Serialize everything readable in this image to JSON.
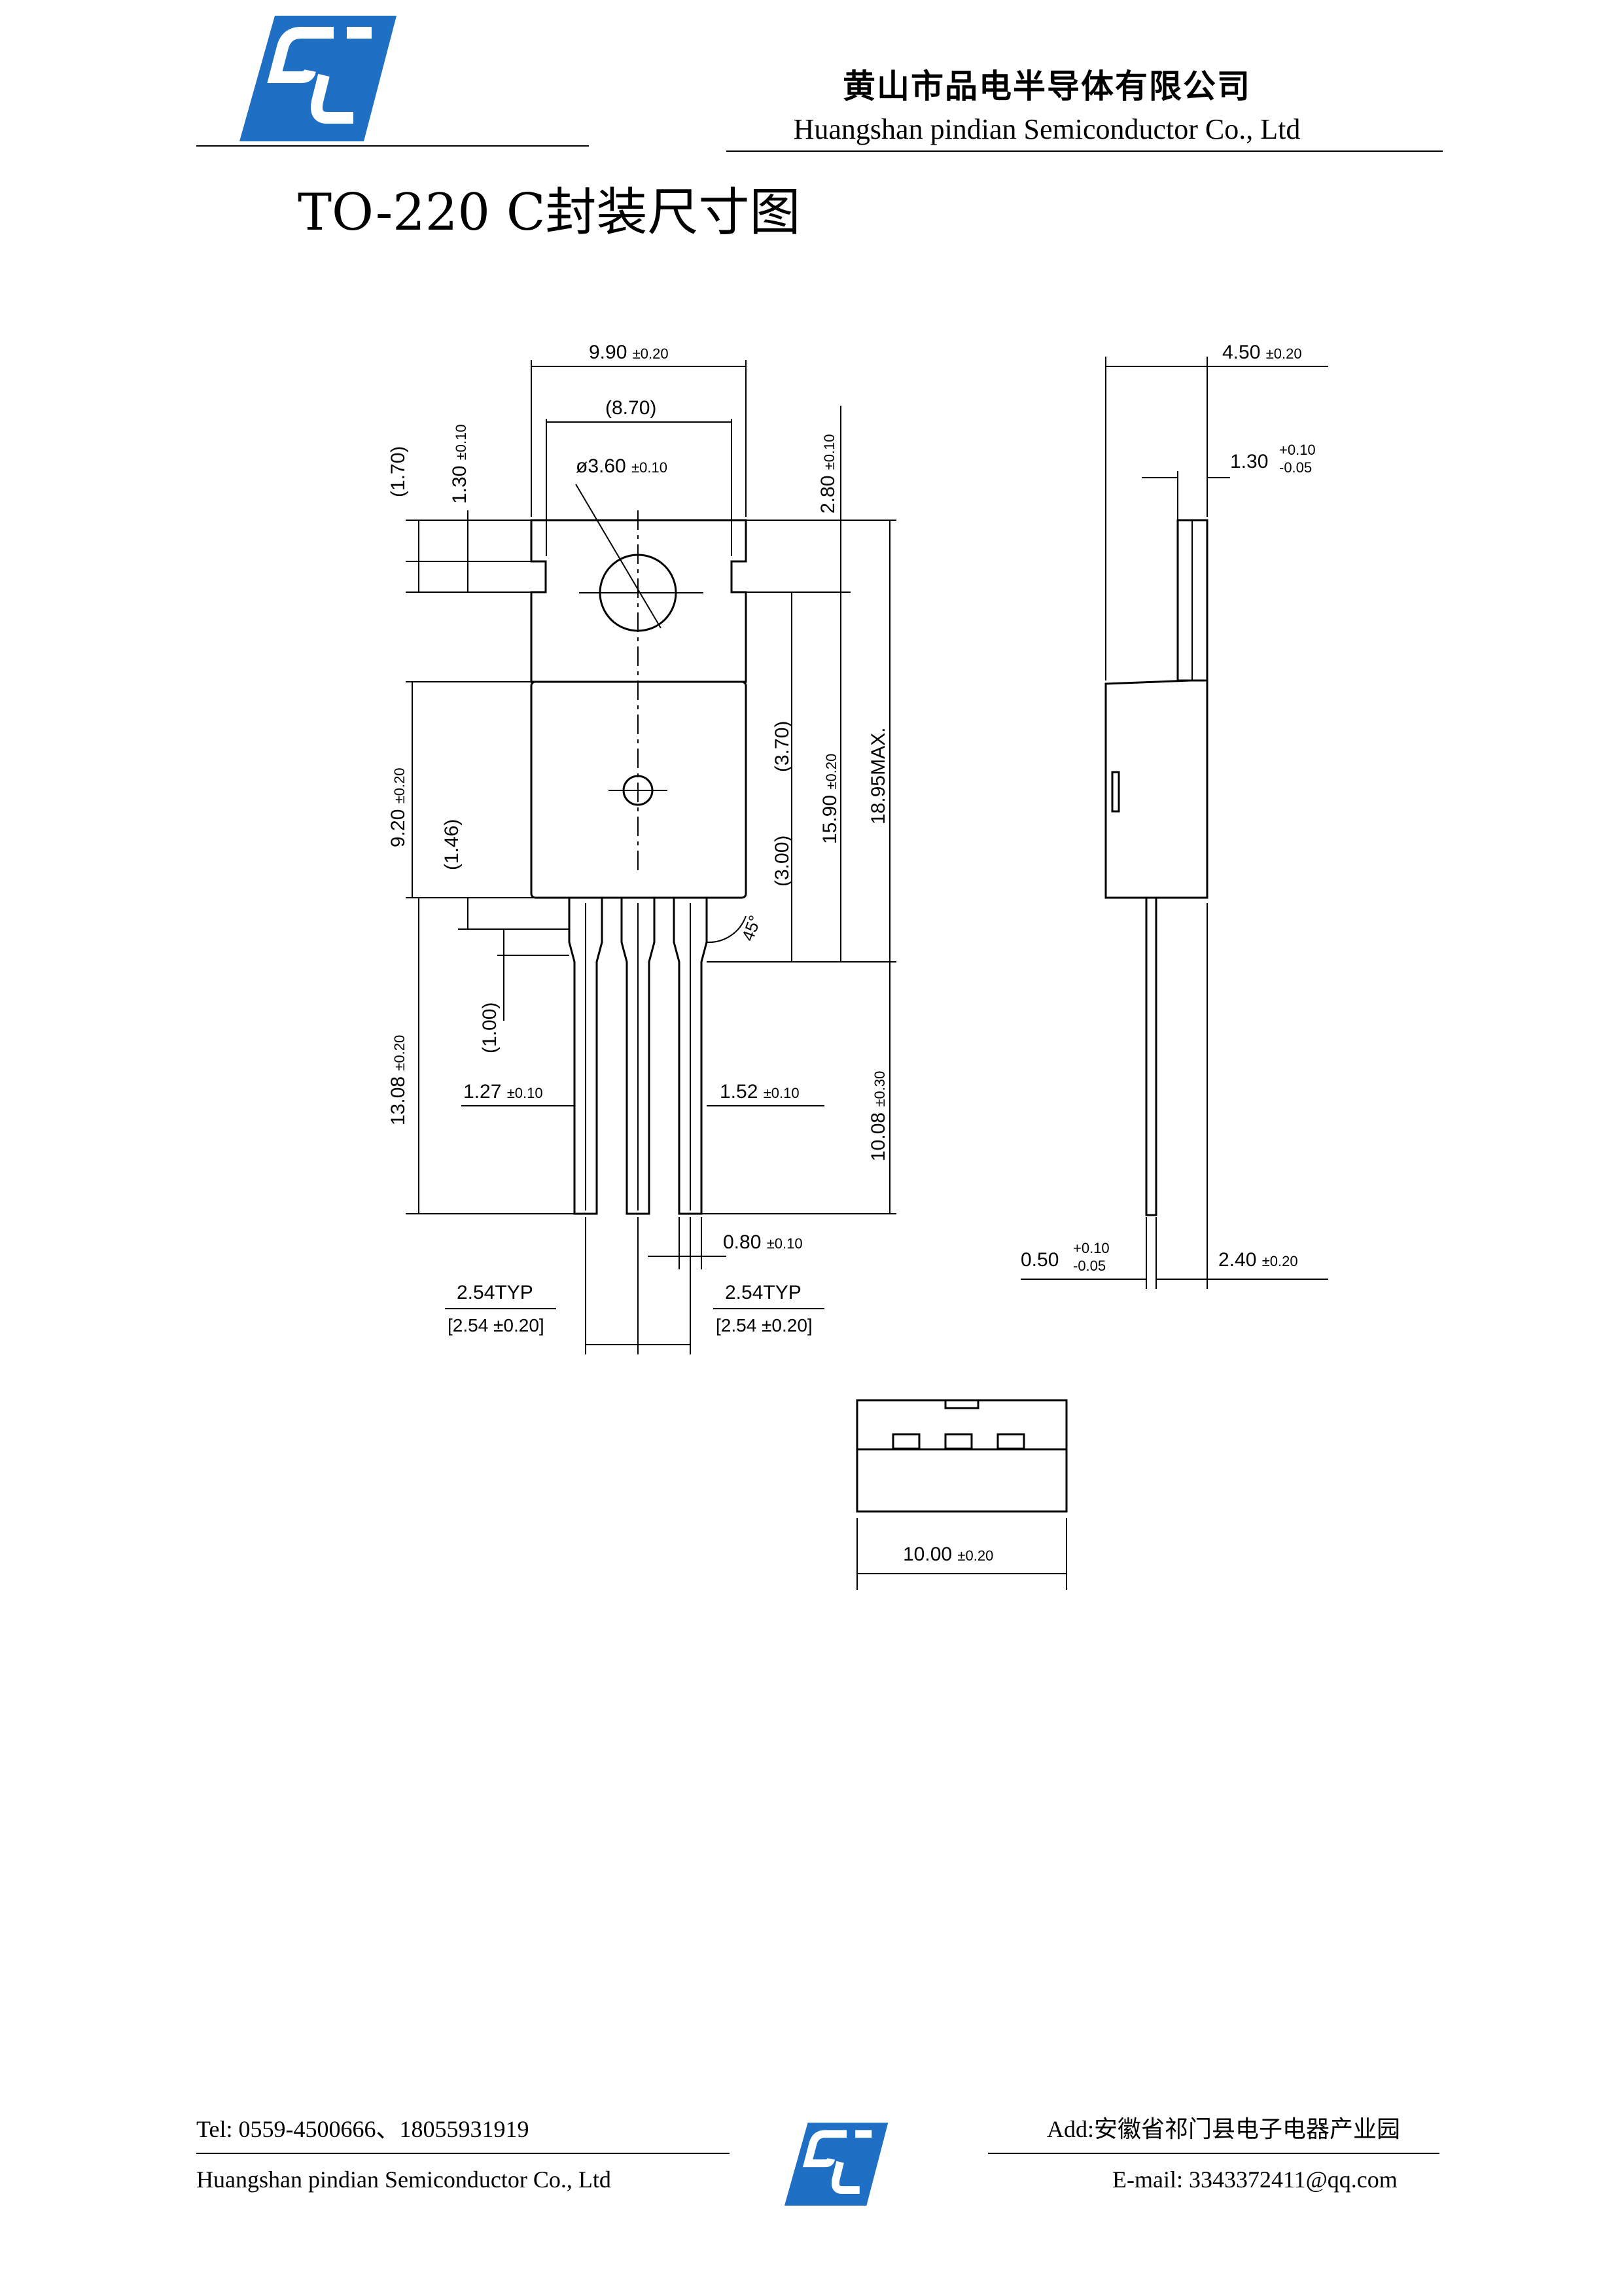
{
  "header": {
    "company_cn": "黄山市品电半导体有限公司",
    "company_en": "Huangshan  pindian Semiconductor Co., Ltd",
    "brand_color": "#1f6fc4"
  },
  "title": "TO-220 C封装尺寸图",
  "drawing": {
    "dims": {
      "body_width": "9.90",
      "body_width_tol": "±0.20",
      "inner_width": "(8.70)",
      "hole_dia": "ø3.60",
      "hole_dia_tol": "±0.10",
      "top_ref": "(1.70)",
      "notch_h": "1.30",
      "notch_h_tol": "±0.10",
      "hole_top": "2.80",
      "hole_top_tol": "±0.10",
      "hole_to_body": "(3.70)",
      "body_h": "15.90",
      "body_h_tol": "±0.20",
      "max_h": "18.95MAX.",
      "mold_h": "9.20",
      "mold_h_tol": "±0.20",
      "lead_shoulder": "(1.46)",
      "lower_ref": "(3.00)",
      "angle": "45°",
      "lead_step": "(1.00)",
      "lead_len": "13.08",
      "lead_len_tol": "±0.20",
      "lead_total": "10.08",
      "lead_total_tol": "±0.30",
      "lead_w1": "1.27",
      "lead_w1_tol": "±0.10",
      "lead_w2": "1.52",
      "lead_w2_tol": "±0.10",
      "lead_thk": "0.80",
      "lead_thk_tol": "±0.10",
      "pitch": "2.54TYP",
      "pitch_tol": "[2.54 ±0.20]",
      "side_width": "4.50",
      "side_width_tol": "±0.20",
      "tab_thk": "1.30",
      "tab_thk_tol_plus": "+0.10",
      "tab_thk_tol_minus": "-0.05",
      "lead_side_thk": "0.50",
      "lead_side_tol_plus": "+0.10",
      "lead_side_tol_minus": "-0.05",
      "lead_offset": "2.40",
      "lead_offset_tol": "±0.20",
      "bottom_width": "10.00",
      "bottom_width_tol": "±0.20"
    }
  },
  "footer": {
    "tel": "Tel: 0559-4500666、18055931919",
    "company_en": "Huangshan  pindian Semiconductor Co., Ltd",
    "address": "Add:安徽省祁门县电子电器产业园",
    "email": "E-mail: 3343372411@qq.com"
  }
}
